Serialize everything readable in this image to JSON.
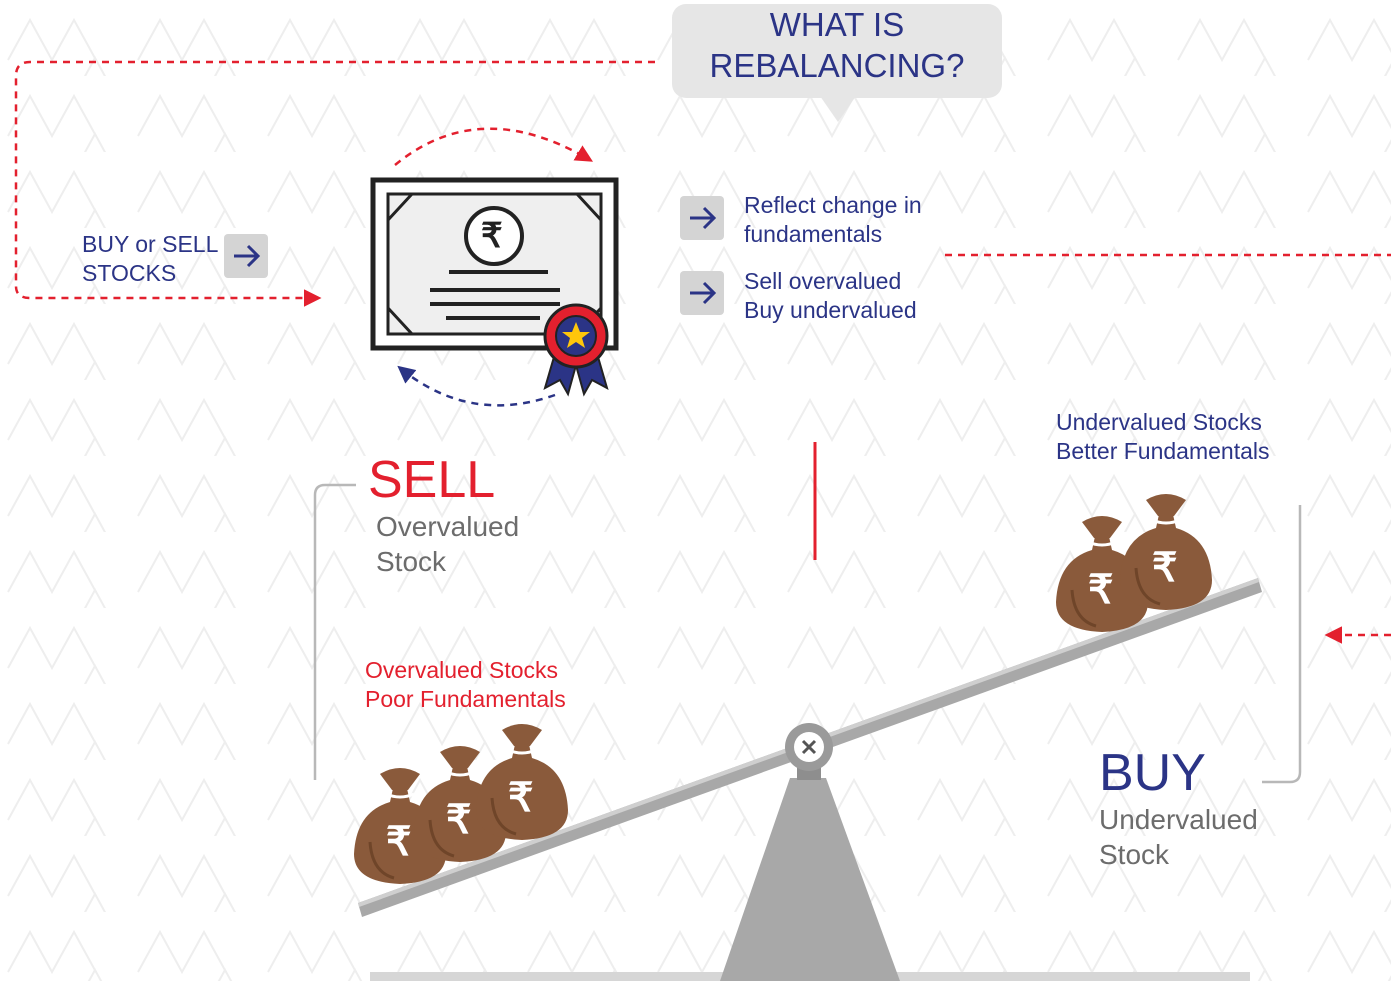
{
  "title": "WHAT IS REBALANCING?",
  "title_lines": [
    "WHAT IS",
    "REBALANCING?"
  ],
  "left_label": [
    "BUY or SELL",
    "STOCKS"
  ],
  "points": [
    {
      "lines": [
        "Reflect change in",
        "fundamentals"
      ]
    },
    {
      "lines": [
        "Sell overvalued",
        "Buy undervalued"
      ]
    }
  ],
  "sell": {
    "heading": "SELL",
    "sub": [
      "Overvalued",
      "Stock"
    ]
  },
  "buy": {
    "heading": "BUY",
    "sub": [
      "Undervalued",
      "Stock"
    ]
  },
  "overvalued_note": [
    "Overvalued Stocks",
    "Poor Fundamentals"
  ],
  "undervalued_note": [
    "Undervalued Stocks",
    "Better Fundamentals"
  ],
  "currency_symbol": "₹",
  "colors": {
    "navy": "#2b3486",
    "red": "#e3202e",
    "grey_text": "#6c6c6c",
    "bag": "#8a5a3b",
    "bubble": "#e6e6e6"
  },
  "icons": [
    "certificate-icon",
    "rupee-icon",
    "ribbon-badge-icon",
    "money-bag-icon",
    "arrow-right-icon",
    "seesaw-icon"
  ]
}
